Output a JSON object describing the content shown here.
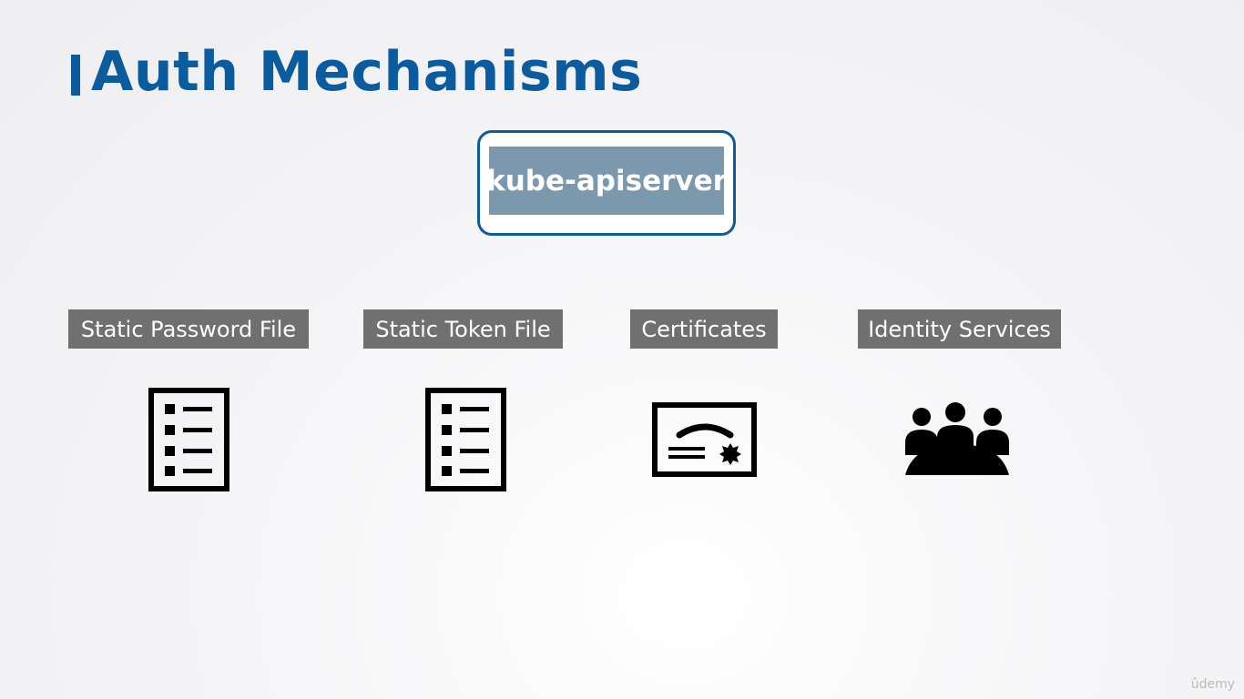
{
  "slide": {
    "title": "Auth Mechanisms",
    "server_label": "kube-apiserver",
    "mechanisms": [
      {
        "label": "Static Password File",
        "icon": "list-document-icon"
      },
      {
        "label": "Static Token File",
        "icon": "list-document-icon"
      },
      {
        "label": "Certificates",
        "icon": "certificate-icon"
      },
      {
        "label": "Identity Services",
        "icon": "people-group-icon"
      }
    ]
  },
  "watermark": "ûdemy",
  "colors": {
    "title": "#0b5c9e",
    "server_border": "#0b5c9e",
    "server_fill": "#7b98ad",
    "label_fill": "#707070",
    "icon": "#000000"
  }
}
